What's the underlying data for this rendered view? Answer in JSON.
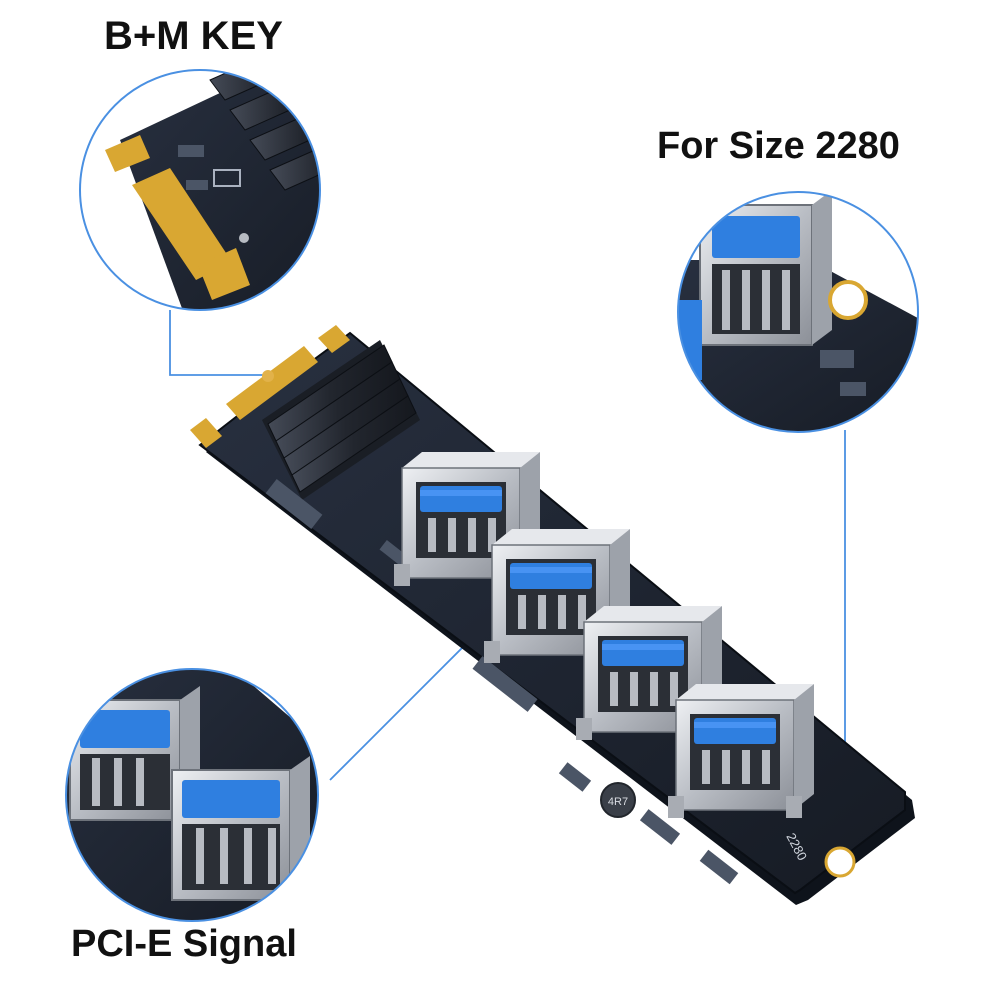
{
  "labels": {
    "key_label": "B+M KEY",
    "size_label": "For Size 2280",
    "signal_label": "PCI-E Signal"
  },
  "board": {
    "silkscreen_size": "2280",
    "inductor_marking": "4R7",
    "port_count": 4
  },
  "colors": {
    "background": "#ffffff",
    "pcb": "#1d2430",
    "pcb_edge": "#0e131b",
    "heatsink": "#2a2f3a",
    "gold_contact": "#d9a732",
    "usb_blue": "#2f7fe0",
    "usb_metal": "#c9ccd2",
    "callout_line": "#4a90e2",
    "label_text": "#111111"
  },
  "icons": {
    "usb_port": "usb-a-3.0-port-icon",
    "heatsink": "heatsink-icon",
    "magnifier": "magnifier-circle-icon"
  }
}
